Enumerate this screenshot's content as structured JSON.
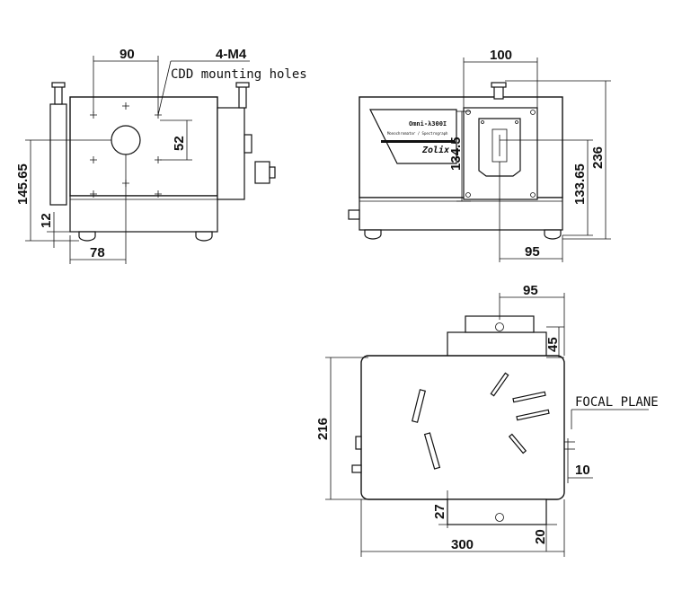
{
  "annotations": {
    "hole_spec": "4-M4",
    "holes_label": "CDD mounting holes",
    "focal_plane": "FOCAL PLANE"
  },
  "dimensions": {
    "d90": "90",
    "d52": "52",
    "d145_65": "145.65",
    "d12": "12",
    "d78": "78",
    "d100": "100",
    "d134_5": "134.5",
    "d133_65": "133.65",
    "d236": "236",
    "d95_side": "95",
    "d95_top": "95",
    "d45": "45",
    "d216": "216",
    "d10": "10",
    "d27": "27",
    "d300": "300",
    "d20": "20"
  },
  "panel": {
    "model": "Omni-λ300I",
    "subtitle": "Monochromator / Spectrograph",
    "brand": "Zolix"
  }
}
